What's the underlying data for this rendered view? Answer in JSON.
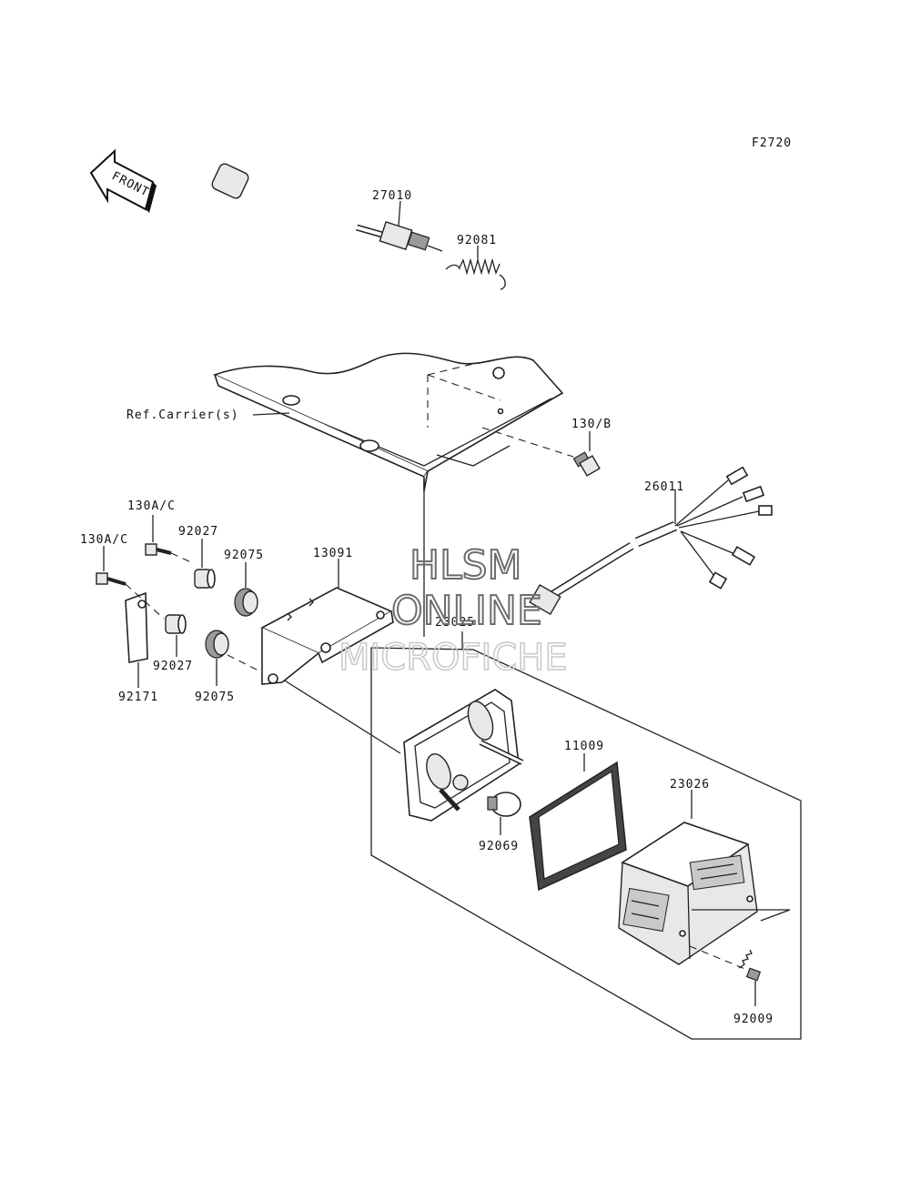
{
  "figure_id": "F2720",
  "front_arrow": "FRONT",
  "reference": "Ref.Carrier(s)",
  "watermark": {
    "line1": "HLSM",
    "line2": "ONLINE",
    "line3": "MICROFICHE"
  },
  "parts": {
    "p27010": "27010",
    "p92081": "92081",
    "p130B": "130/B",
    "p26011": "26011",
    "p130AC_1": "130A/C",
    "p130AC_2": "130A/C",
    "p92027_1": "92027",
    "p92027_2": "92027",
    "p92075_1": "92075",
    "p92075_2": "92075",
    "p13091": "13091",
    "p92171": "92171",
    "p23025": "23025",
    "p11009": "11009",
    "p23026": "23026",
    "p92069": "92069",
    "p92009": "92009"
  }
}
